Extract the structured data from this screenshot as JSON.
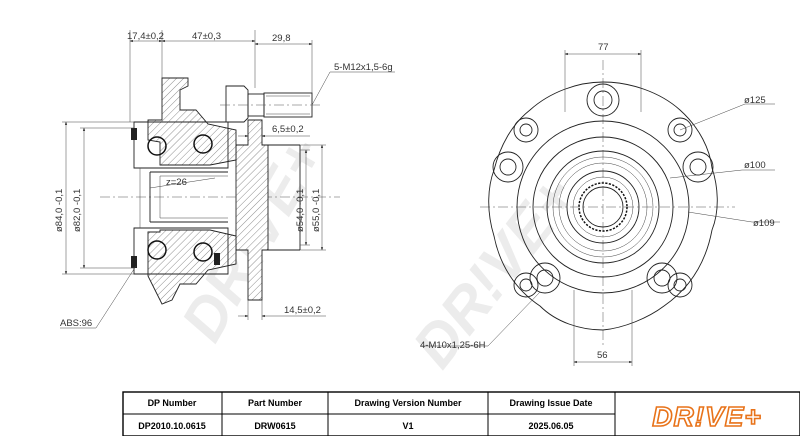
{
  "dimensions": {
    "d17_4": "17,4±0,2",
    "d47": "47±0,3",
    "d29_8": "29,8",
    "stud_thread": "5-M12x1,5-6g",
    "d6_5": "6,5±0,2",
    "teeth": "z=26",
    "d84": "ø84,0 -0,1",
    "d82": "ø82,0 -0,1",
    "d54": "ø54,0 -0,1",
    "d55": "ø55,0 -0,1",
    "abs": "ABS:96",
    "d14_5": "14,5±0,2",
    "d77": "77",
    "d125": "ø125",
    "d100": "ø100",
    "d109": "ø109",
    "bolt_thread": "4-M10x1,25-6H",
    "d56": "56"
  },
  "watermark": "DR!VE+",
  "title_block": {
    "headers": [
      "DP Number",
      "Part Number",
      "Drawing Version Number",
      "Drawing Issue Date"
    ],
    "values": [
      "DP2010.10.0615",
      "DRW0615",
      "V1",
      "2025.06.05"
    ],
    "logo": "DR!VE+",
    "logo_color": "#e8731a"
  }
}
